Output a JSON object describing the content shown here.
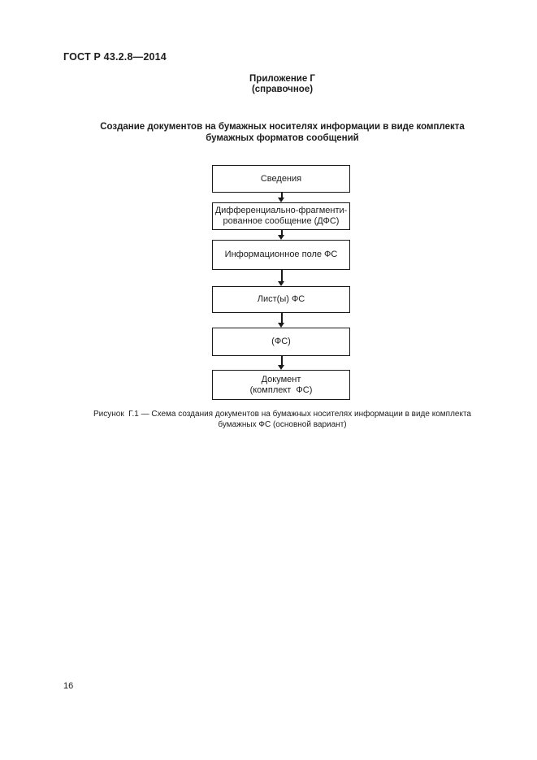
{
  "header": {
    "doc_code": "ГОСТ Р 43.2.8—2014"
  },
  "appendix_heading": "Приложение Г\n(справочное)",
  "section_title": "Создание документов на бумажных носителях информации в виде комплекта\nбумажных форматов сообщений",
  "flowchart": {
    "nodes": [
      {
        "label": "Сведения"
      },
      {
        "label": "Дифференциально-фрагменти-\nрованное сообщение (ДФС)"
      },
      {
        "label": "Информационное поле ФС"
      },
      {
        "label": "Лист(ы) ФС"
      },
      {
        "label": "(ФС)"
      },
      {
        "label": "Документ\n(комплект  ФС)"
      }
    ],
    "connector": "arrow-down"
  },
  "figure_caption": "Рисунок  Г.1 — Схема создания документов на бумажных носителях информации в виде комплекта\nбумажных ФС (основной вариант)",
  "footer": {
    "page_number": "16"
  }
}
